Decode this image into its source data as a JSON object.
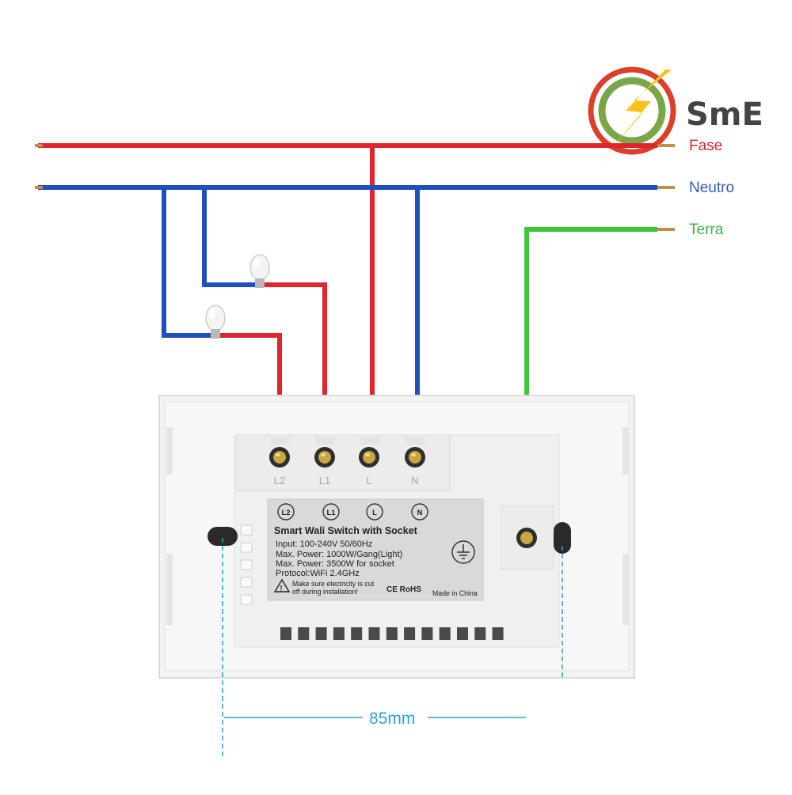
{
  "brand": {
    "name": "SmE",
    "ring_color": "#d9412b",
    "inner_color": "#7aa64a",
    "bolt_color": "#f7c21a"
  },
  "wires": {
    "phase": {
      "label": "Fase",
      "color": "#e0262c",
      "label_color": "#d62a2a"
    },
    "neutral": {
      "label": "Neutro",
      "color": "#1f4fbf",
      "label_color": "#3559b8"
    },
    "earth": {
      "label": "Terra",
      "color": "#3fc43a",
      "label_color": "#37b34a"
    }
  },
  "terminals": [
    "L2",
    "L1",
    "L",
    "N"
  ],
  "label_panel": {
    "icons": [
      "L2",
      "L1",
      "L",
      "N"
    ],
    "title": "Smart Wali Switch with Socket",
    "specs": [
      "Input: 100-240V 50/60Hz",
      "Max. Power: 1000W/Gang(Light)",
      "Max. Power: 3500W for socket",
      "Protocol:WiFi 2.4GHz"
    ],
    "warning": [
      "Make sure electricity is cut",
      "off during installation!"
    ],
    "certifications": "CE RoHS",
    "origin": "Made in China"
  },
  "dimension": {
    "label": "85mm",
    "color": "#2fa3c9"
  }
}
